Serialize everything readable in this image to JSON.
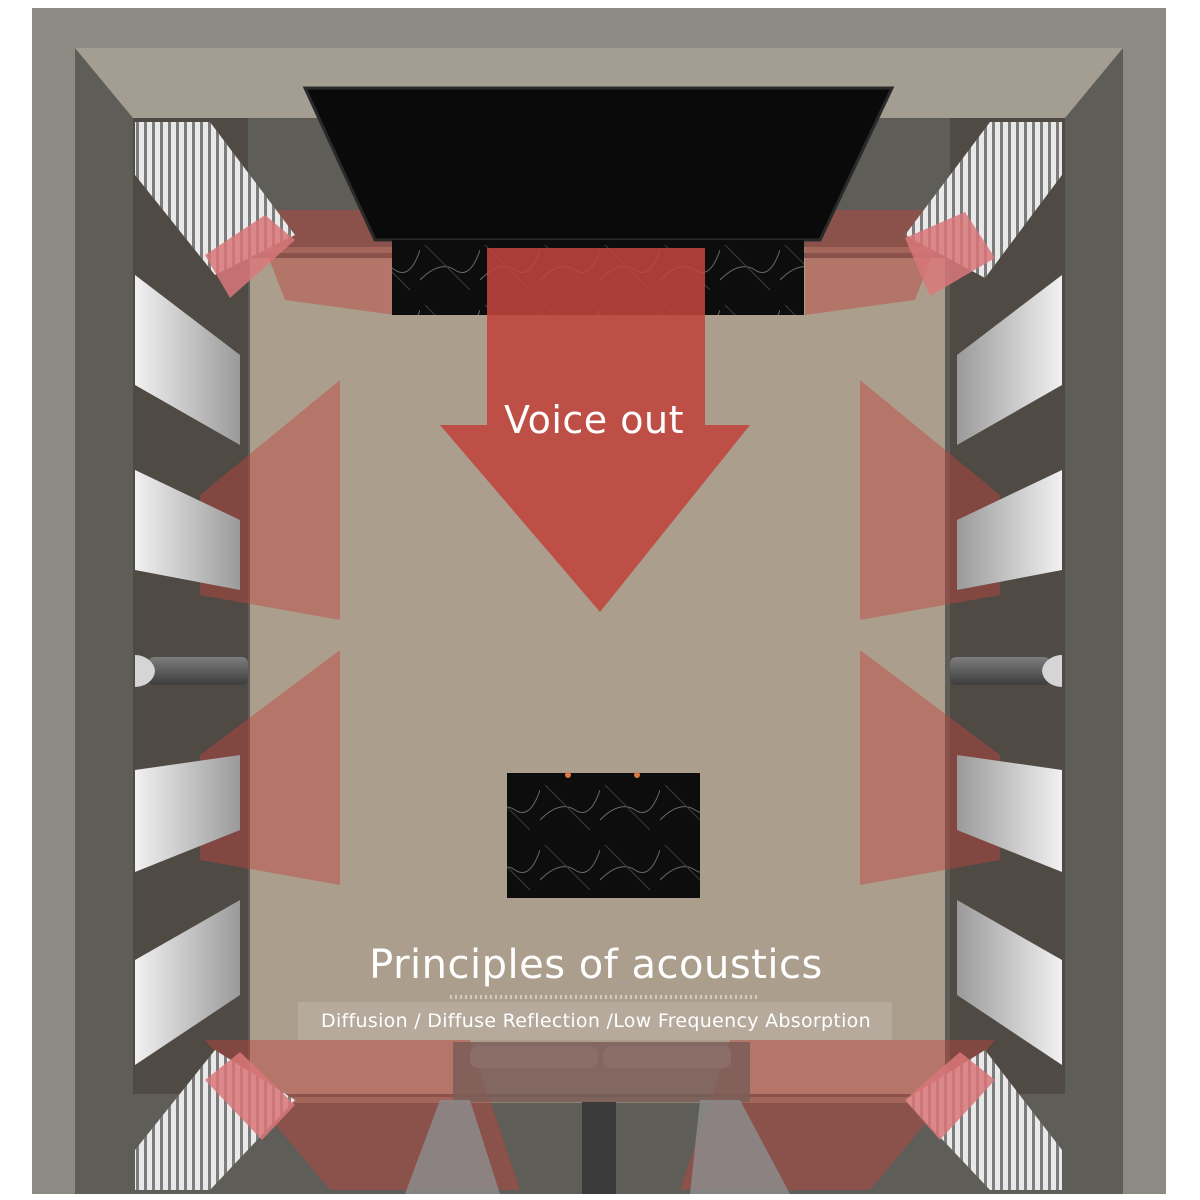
{
  "diagram": {
    "arrow_label": "Voice out",
    "title": "Principles of acoustics",
    "subtitle": "Diffusion / Diffuse Reflection /Low Frequency Absorption"
  },
  "colors": {
    "outer_wall": "#8c8a82",
    "inner_wall": "#5e5d57",
    "floor": "#ab9e8d",
    "arrow": "#c0443e",
    "panel": "#d8d8d8",
    "furniture": "#111111"
  },
  "icons": [
    "tv-screen",
    "media-console",
    "diffuser-panel",
    "bass-trap",
    "coffee-table",
    "sofa",
    "sound-arrow"
  ]
}
